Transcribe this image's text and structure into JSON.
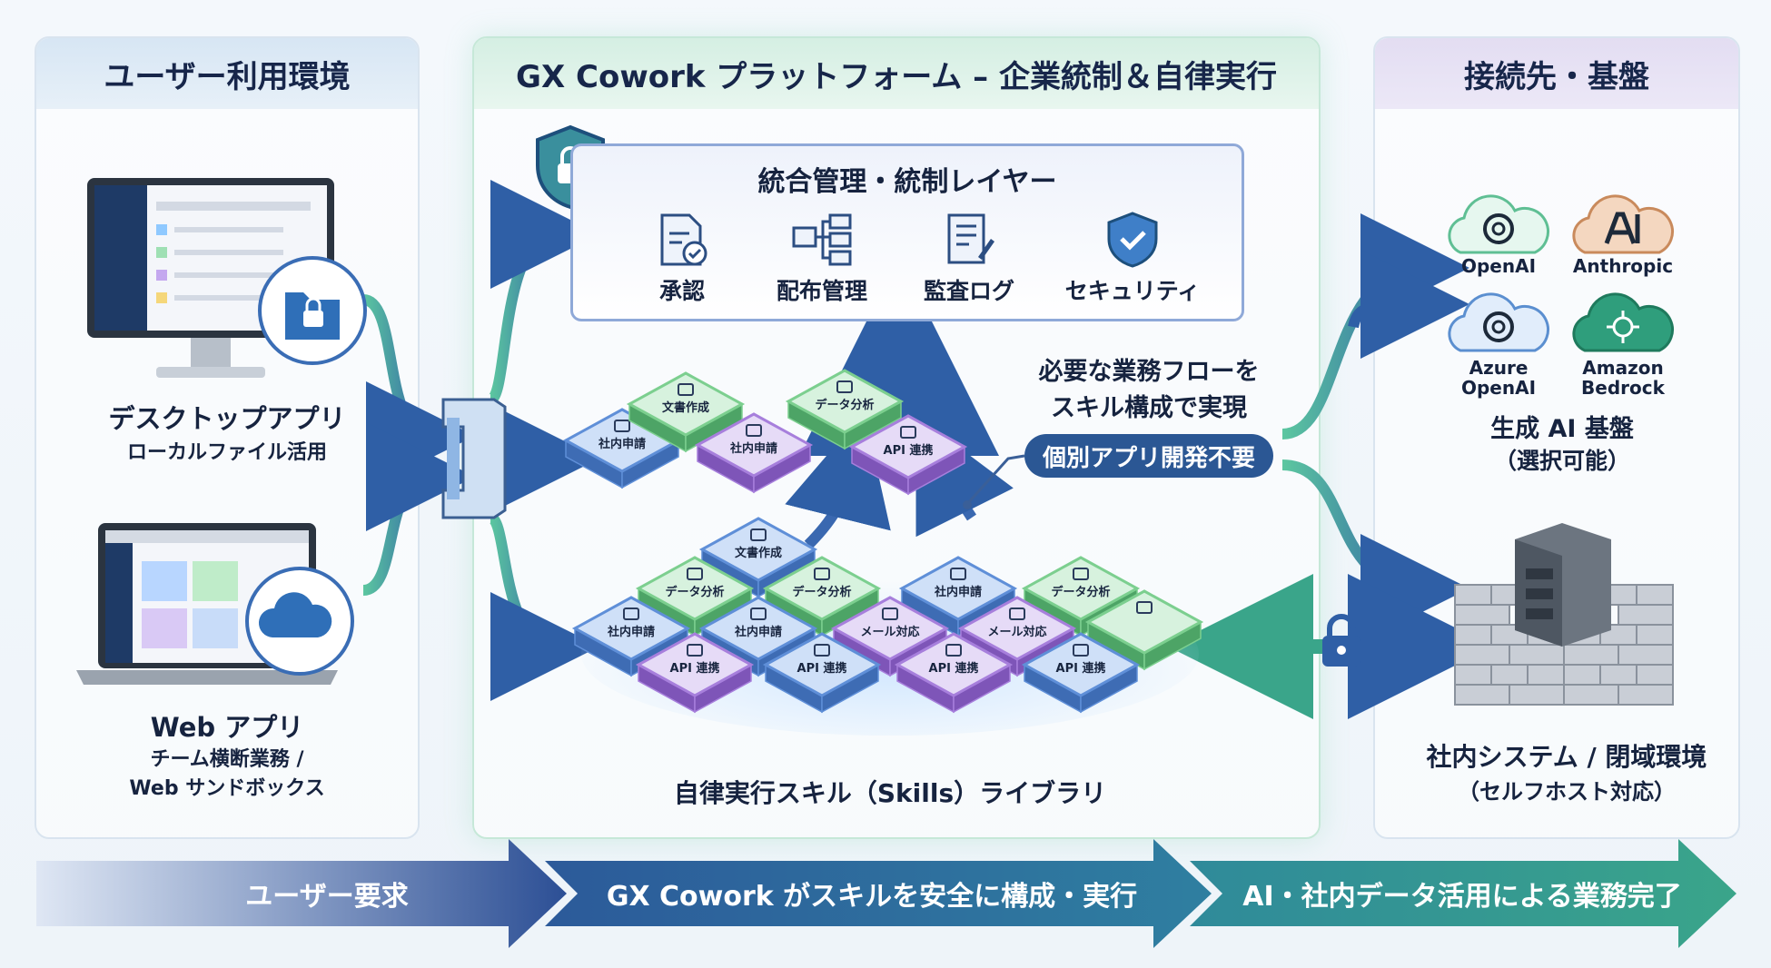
{
  "panels": {
    "left_title": "ユーザー利用環境",
    "mid_title": "GX Cowork プラットフォーム – 企業統制＆自律実行",
    "right_title": "接続先・基盤"
  },
  "user_env": {
    "desktop_title": "デスクトップアプリ",
    "desktop_sub": "ローカルファイル活用",
    "web_title": "Web アプリ",
    "web_sub1": "チーム横断業務 /",
    "web_sub2": "Web サンドボックス"
  },
  "governance": {
    "title": "統合管理・統制レイヤー",
    "items": [
      "承認",
      "配布管理",
      "監査ログ",
      "セキュリティ"
    ]
  },
  "skills": {
    "library_label": "自律実行スキル（Skills）ライブラリ",
    "flow_note_line1": "必要な業務フローを",
    "flow_note_line2": "スキル構成で実現",
    "badge": "個別アプリ開発不要",
    "upper_tiles": [
      {
        "label": "社内申請",
        "color": "blue"
      },
      {
        "label": "文書作成",
        "color": "green"
      },
      {
        "label": "社内申請",
        "color": "purple"
      },
      {
        "label": "データ分析",
        "color": "green"
      },
      {
        "label": "API 連携",
        "color": "purple"
      }
    ],
    "lower_tiles": [
      {
        "label": "文書作成",
        "color": "blue"
      },
      {
        "label": "データ分析",
        "color": "green"
      },
      {
        "label": "データ分析",
        "color": "green"
      },
      {
        "label": "社内申請",
        "color": "blue"
      },
      {
        "label": "データ分析",
        "color": "green"
      },
      {
        "label": "社内申請",
        "color": "blue"
      },
      {
        "label": "社内申請",
        "color": "blue"
      },
      {
        "label": "メール対応",
        "color": "purple"
      },
      {
        "label": "メール対応",
        "color": "purple"
      },
      {
        "label": "",
        "color": "green"
      },
      {
        "label": "API 連携",
        "color": "purple"
      },
      {
        "label": "API 連携",
        "color": "blue"
      },
      {
        "label": "API 連携",
        "color": "purple"
      },
      {
        "label": "API 連携",
        "color": "blue"
      }
    ]
  },
  "ai": {
    "openai": "OpenAI",
    "anthropic": "Anthropic",
    "azure_line1": "Azure",
    "azure_line2": "OpenAI",
    "bedrock_line1": "Amazon",
    "bedrock_line2": "Bedrock",
    "infra_title": "生成 AI 基盤",
    "infra_sub": "（選択可能）"
  },
  "internal": {
    "title": "社内システム / 閉域環境",
    "sub": "（セルフホスト対応）"
  },
  "band": {
    "step1": "ユーザー要求",
    "step2": "GX Cowork がスキルを安全に構成・実行",
    "step3": "AI・社内データ活用による業務完了"
  },
  "colors": {
    "blue_tile": "#5f8fd8",
    "green_tile": "#7ccf8f",
    "purple_tile": "#a77fdc",
    "badge": "#2b5794",
    "band_start": "#d9e2f2",
    "band_mid": "#2c5a9a",
    "band_end": "#3aa58a"
  }
}
